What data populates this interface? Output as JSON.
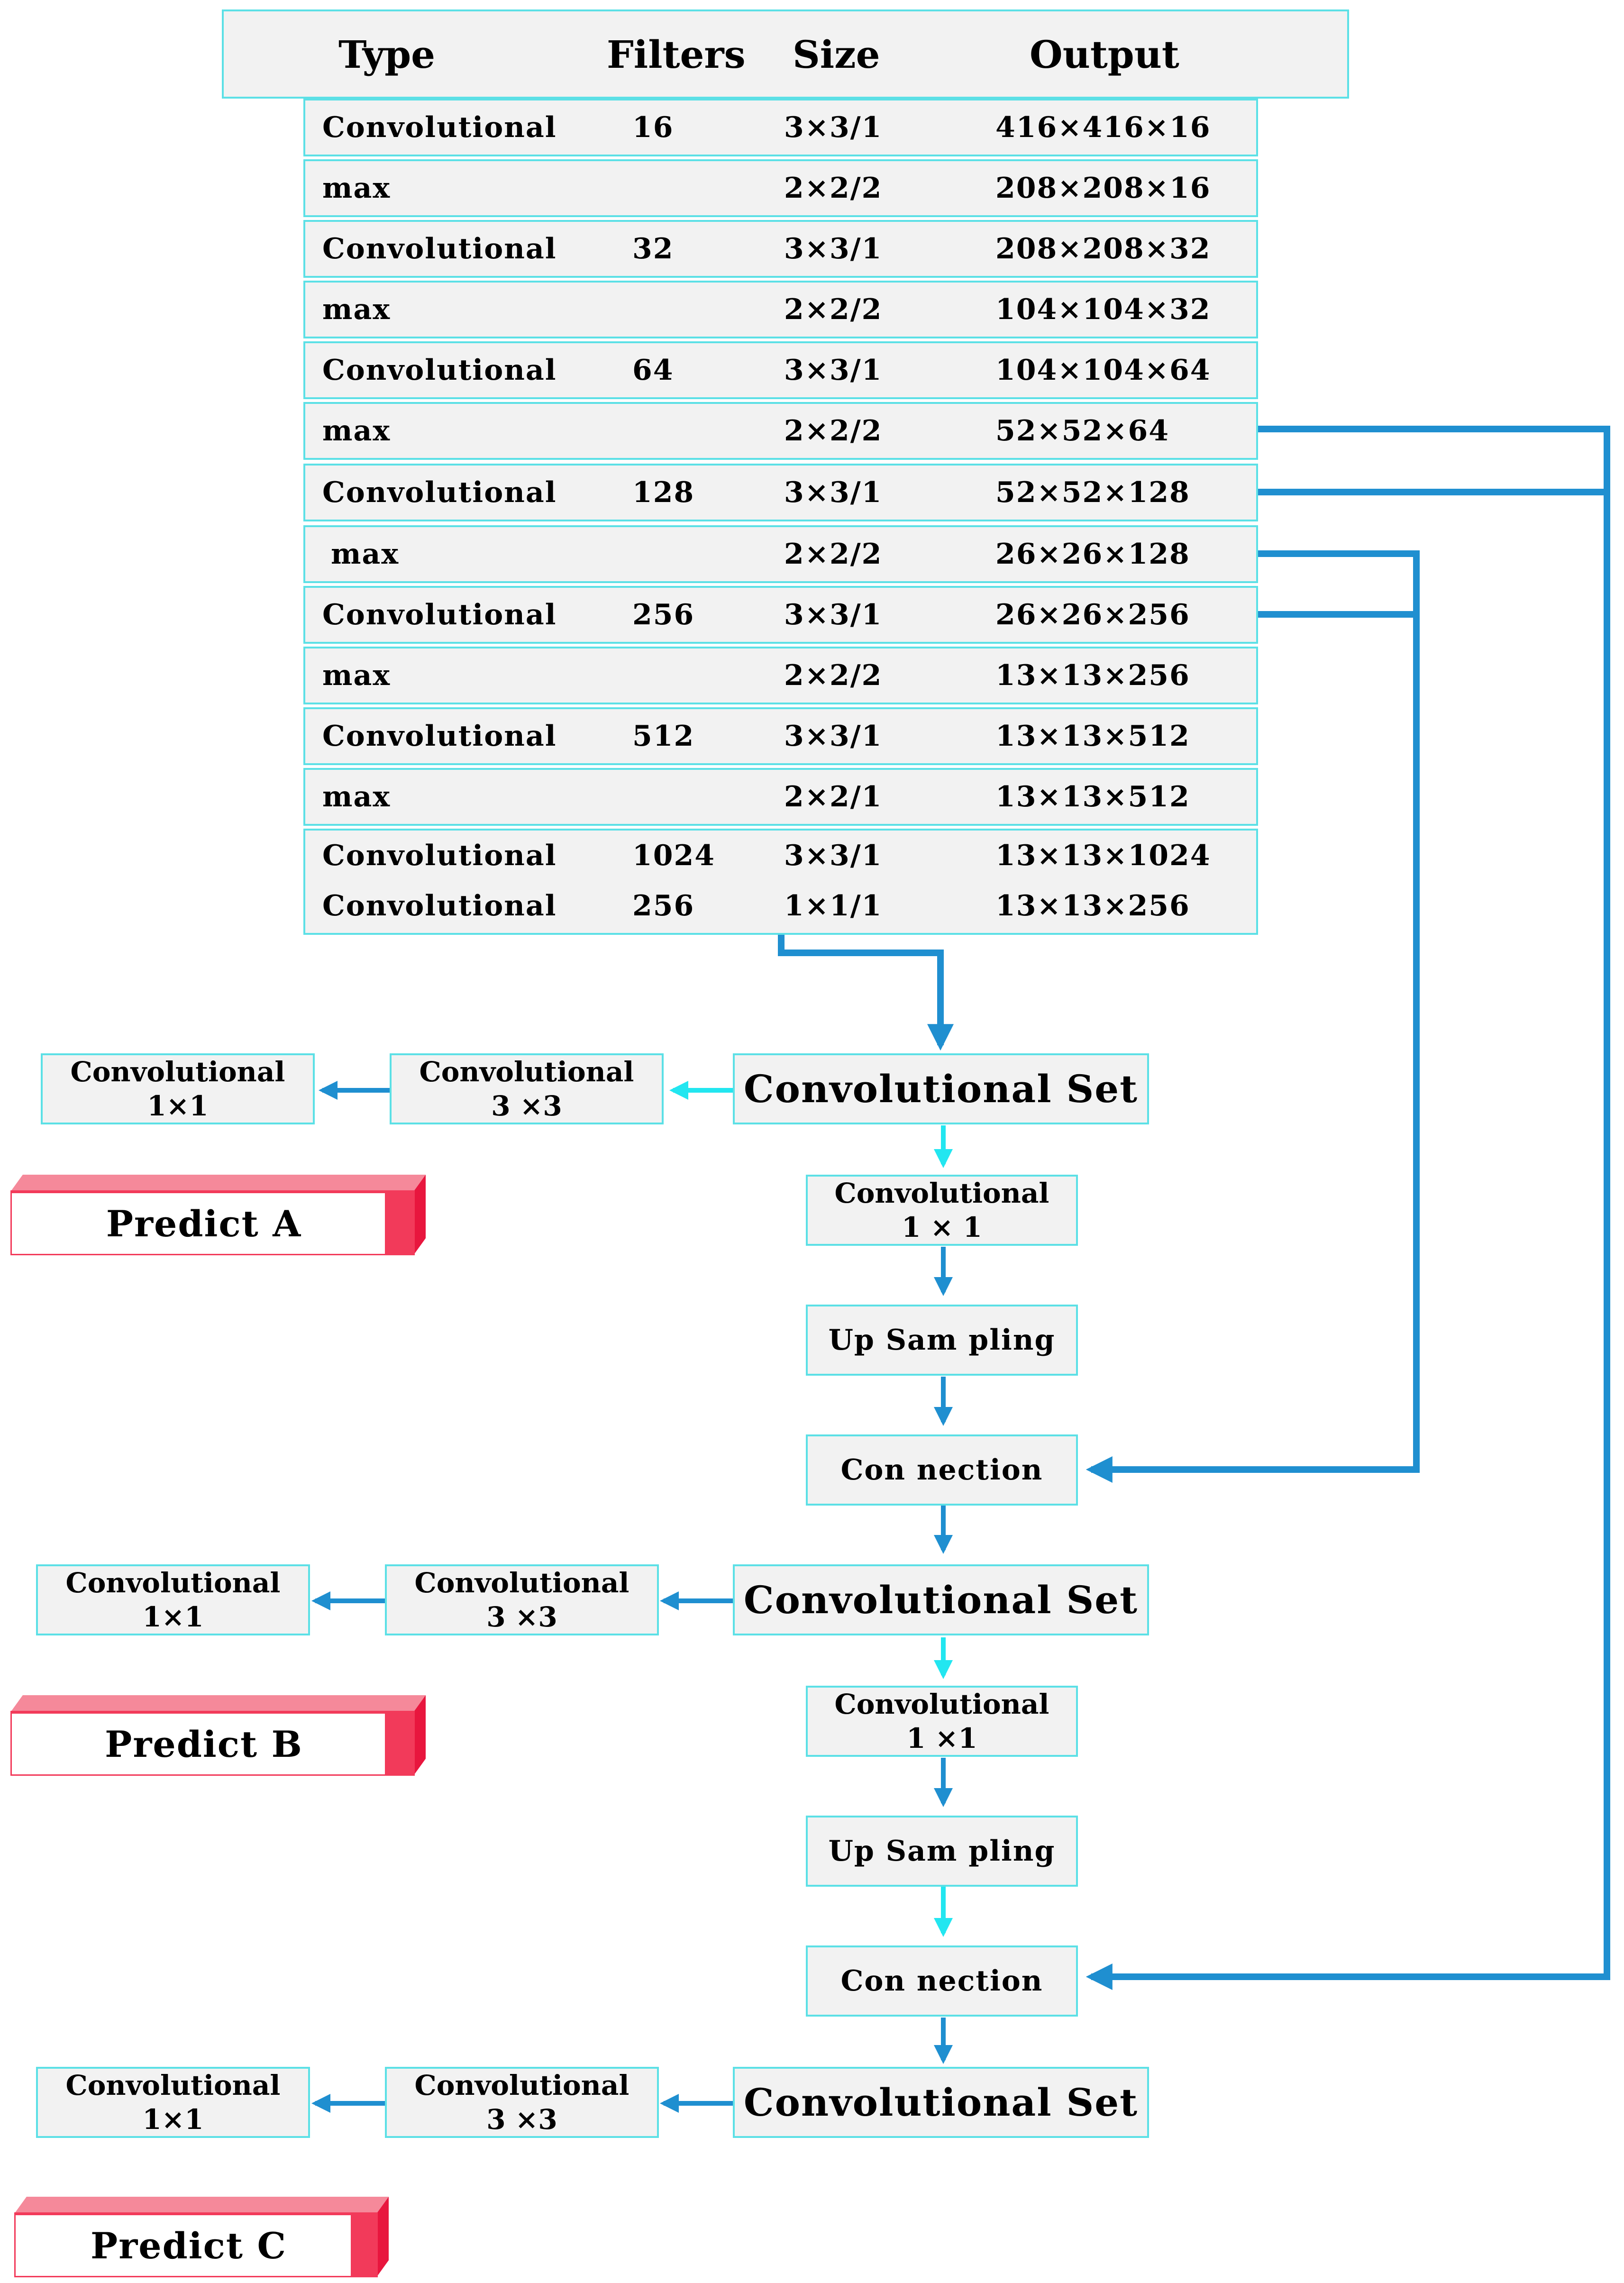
{
  "table": {
    "headers": [
      "Type",
      "Filters",
      "Size",
      "Output"
    ],
    "rows": [
      {
        "type": "Convolutional",
        "filters": "16",
        "size": "3×3/1",
        "output": "416×416×16"
      },
      {
        "type": "max",
        "filters": "",
        "size": "2×2/2",
        "output": "208×208×16"
      },
      {
        "type": "Convolutional",
        "filters": "32",
        "size": "3×3/1",
        "output": "208×208×32"
      },
      {
        "type": "max",
        "filters": "",
        "size": "2×2/2",
        "output": "104×104×32"
      },
      {
        "type": "Convolutional",
        "filters": "64",
        "size": "3×3/1",
        "output": "104×104×64"
      },
      {
        "type": "max",
        "filters": "",
        "size": "2×2/2",
        "output": "52×52×64"
      },
      {
        "type": "Convolutional",
        "filters": "128",
        "size": "3×3/1",
        "output": "52×52×128"
      },
      {
        "type": "max",
        "filters": "",
        "size": "2×2/2",
        "output": "26×26×128"
      },
      {
        "type": "Convolutional",
        "filters": "256",
        "size": "3×3/1",
        "output": "26×26×256"
      },
      {
        "type": "max",
        "filters": "",
        "size": "2×2/2",
        "output": "13×13×256"
      },
      {
        "type": "Convolutional",
        "filters": "512",
        "size": "3×3/1",
        "output": "13×13×512"
      },
      {
        "type": "max",
        "filters": "",
        "size": "2×2/1",
        "output": "13×13×512"
      },
      {
        "type": "Convolutional",
        "filters": "1024",
        "size": "3×3/1",
        "output": "13×13×1024"
      },
      {
        "type": "Convolutional",
        "filters": "256",
        "size": "1×1/1",
        "output": "13×13×256"
      }
    ]
  },
  "pipeline": {
    "conv_set": "Convolutional Set",
    "conv_word": "Convolutional",
    "k1_a": "1 × 1",
    "k1_b": "1 ×1",
    "upsampling": "Up Sam pling",
    "connection": "Con nection"
  },
  "branches": [
    {
      "k3": "3 ×3",
      "k1": "1×1",
      "predict": "Predict   A"
    },
    {
      "k3": "3 ×3",
      "k1": "1×1",
      "predict": "Predict   B"
    },
    {
      "k3": "3 ×3",
      "k1": "1×1",
      "predict": "Predict   C"
    }
  ],
  "colors": {
    "arrow_blue": "#1f8fd0",
    "arrow_cyan": "#22e6f0",
    "box_border": "#5ce0e6",
    "box_fill": "#f2f2f2",
    "predict_red": "#f23a5a",
    "predict_pink": "#f5899a"
  }
}
